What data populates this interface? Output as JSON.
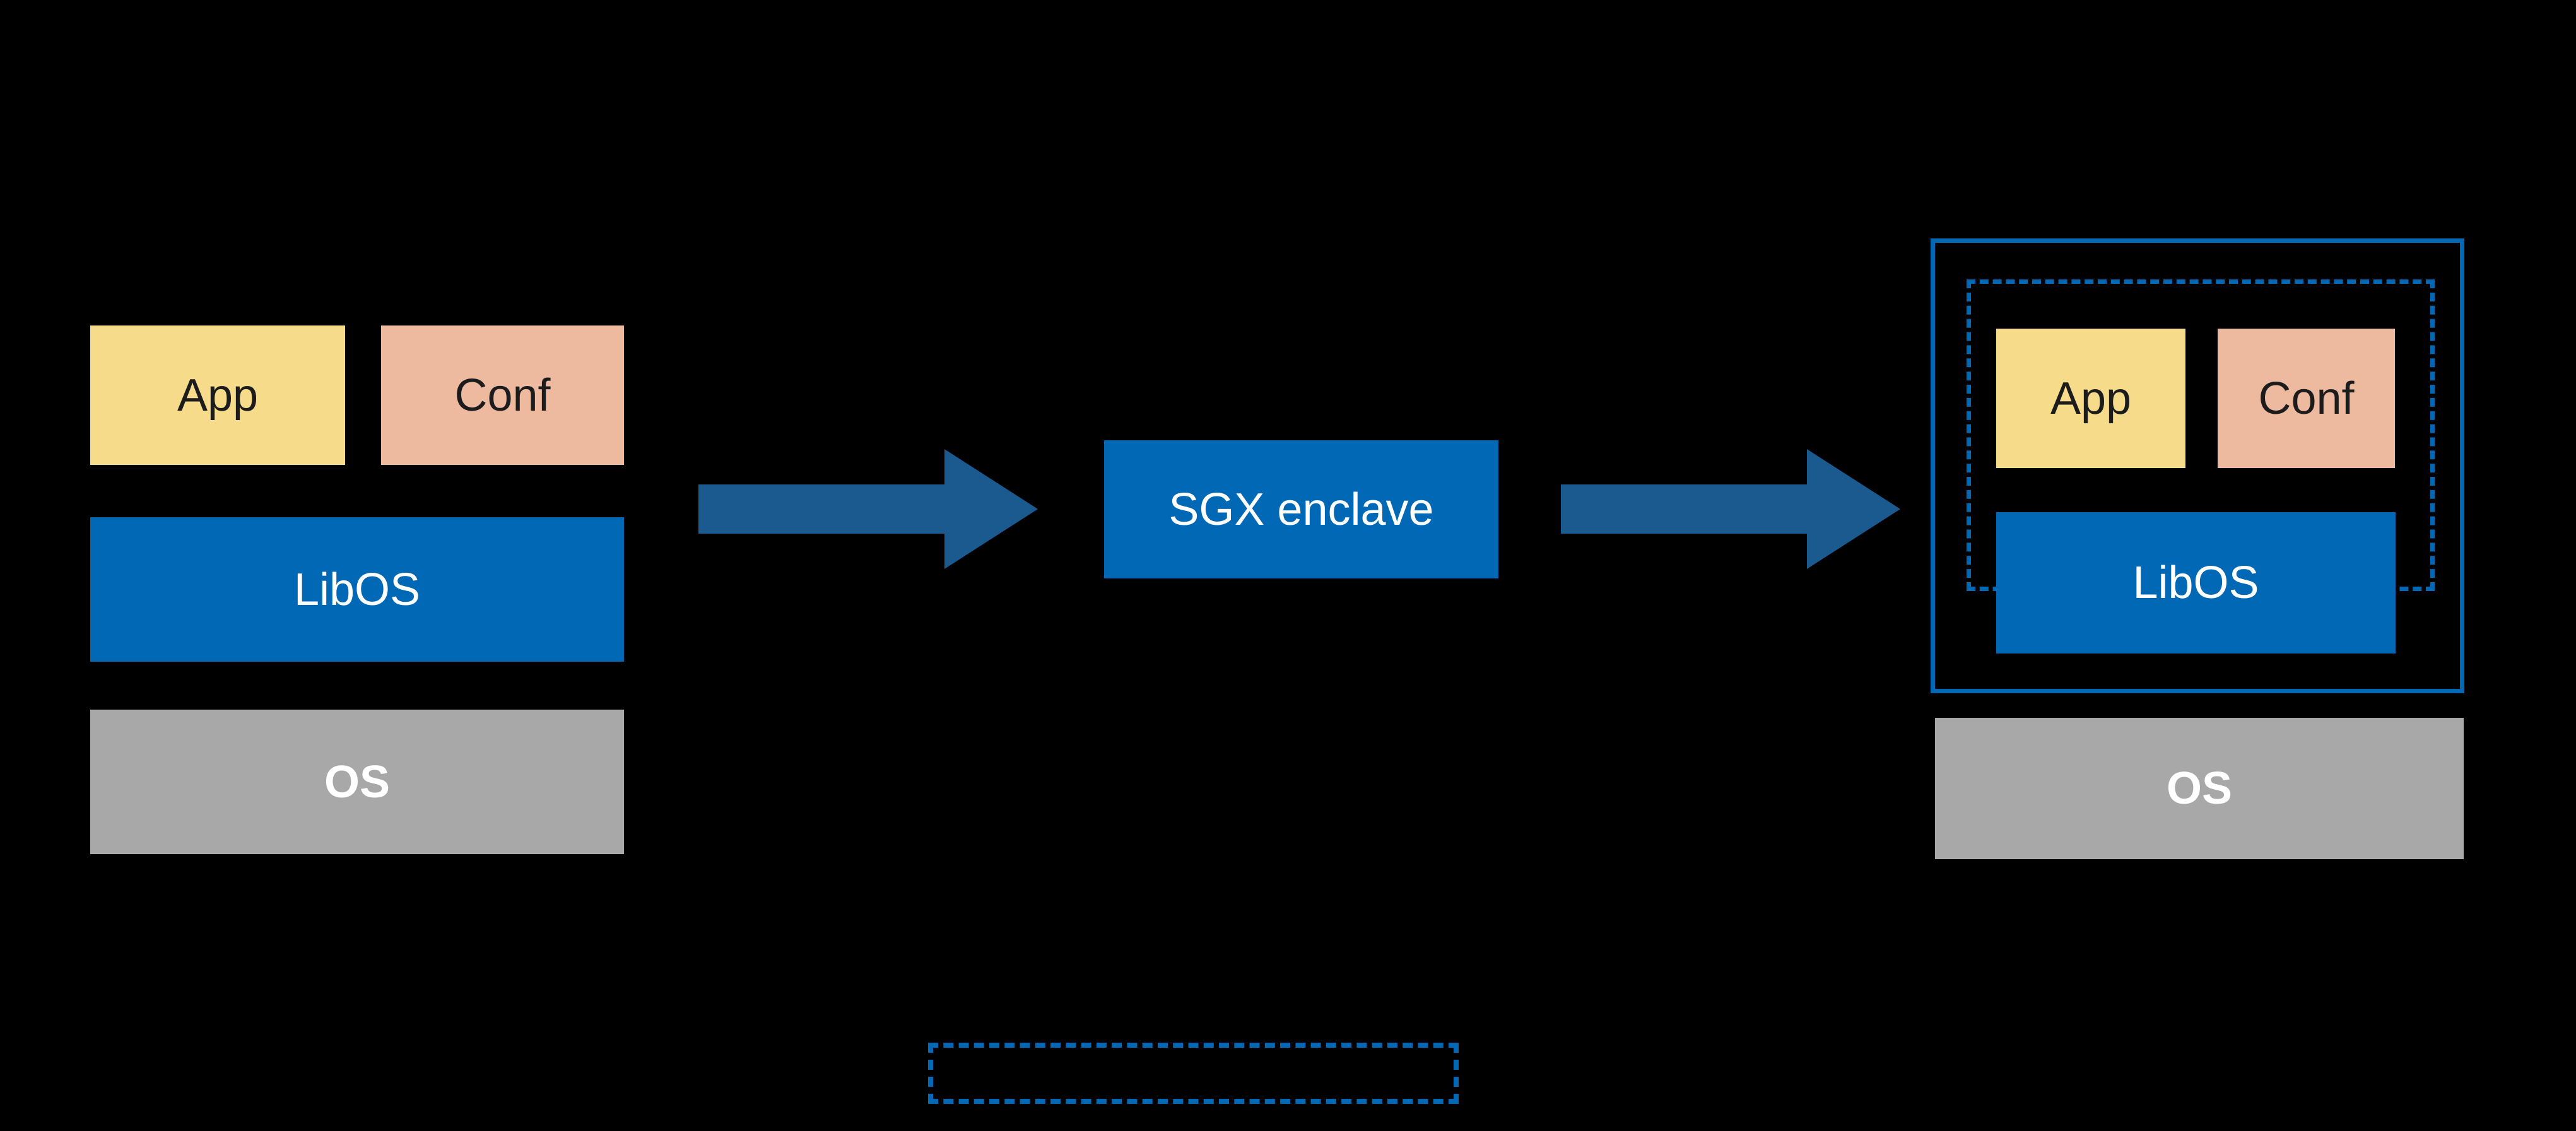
{
  "colors": {
    "background": "#000000",
    "app-fill": "#F6DC8A",
    "conf-fill": "#EDBA9F",
    "blue-fill": "#0068B5",
    "gray-fill": "#A8A8A8",
    "arrow": "#1A5A8F",
    "dashed-border": "#0068B5",
    "solid-border": "#0068B5",
    "dark-text": "#1C1C1C",
    "light-text": "#FFFFFF"
  },
  "left_stack": {
    "app": "App",
    "conf": "Conf",
    "libos": "LibOS",
    "os": "OS"
  },
  "middle": {
    "sgx_enclave": "SGX enclave"
  },
  "right_stack": {
    "app": "App",
    "conf": "Conf",
    "libos": "LibOS",
    "os": "OS"
  }
}
